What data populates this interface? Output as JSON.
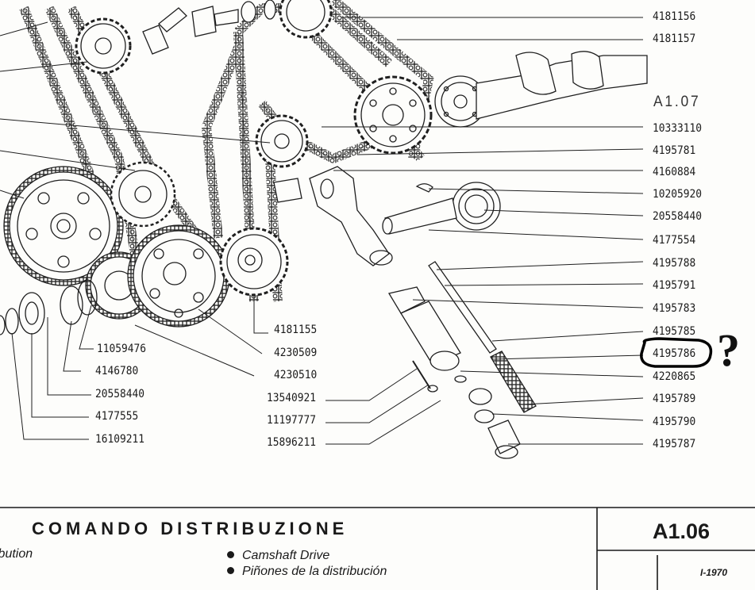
{
  "parts": {
    "right": [
      "4181156",
      "4181157",
      "A1.07",
      "10333110",
      "4195781",
      "4160884",
      "10205920",
      "20558440",
      "4177554",
      "4195788",
      "4195791",
      "4195783",
      "4195785",
      "4195786",
      "4220865",
      "4195789",
      "4195790",
      "4195787"
    ],
    "center": [
      "4181155",
      "4230509",
      "4230510",
      "13540921",
      "11197777",
      "15896211"
    ],
    "left": [
      "11059476",
      "4146780",
      "20558440",
      "4177555",
      "16109211"
    ]
  },
  "annotation": {
    "circled_part": "4195786",
    "mark": "?"
  },
  "footer": {
    "title": "COMANDO DISTRIBUZIONE",
    "subtitle_fr_partial": "ibution",
    "subtitle_en": "Camshaft Drive",
    "subtitle_es": "Piñones de la distribución",
    "page_code": "A1.06",
    "edition": "I-1970"
  }
}
